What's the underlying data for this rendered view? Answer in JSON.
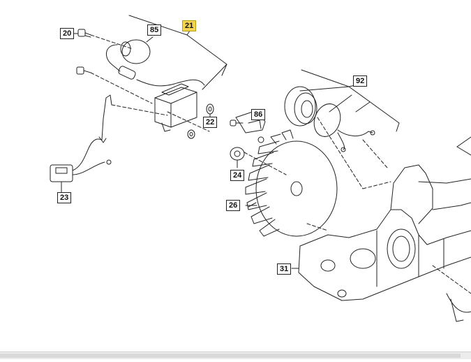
{
  "diagram": {
    "callouts": [
      {
        "id": "20",
        "label": "20",
        "highlighted": false
      },
      {
        "id": "85",
        "label": "85",
        "highlighted": false
      },
      {
        "id": "21",
        "label": "21",
        "highlighted": true
      },
      {
        "id": "22",
        "label": "22",
        "highlighted": false
      },
      {
        "id": "23",
        "label": "23",
        "highlighted": false
      },
      {
        "id": "86",
        "label": "86",
        "highlighted": false
      },
      {
        "id": "92",
        "label": "92",
        "highlighted": false
      },
      {
        "id": "24",
        "label": "24",
        "highlighted": false
      },
      {
        "id": "26",
        "label": "26",
        "highlighted": false
      },
      {
        "id": "31",
        "label": "31",
        "highlighted": false
      }
    ],
    "highlight_color": "#f2d44e"
  }
}
